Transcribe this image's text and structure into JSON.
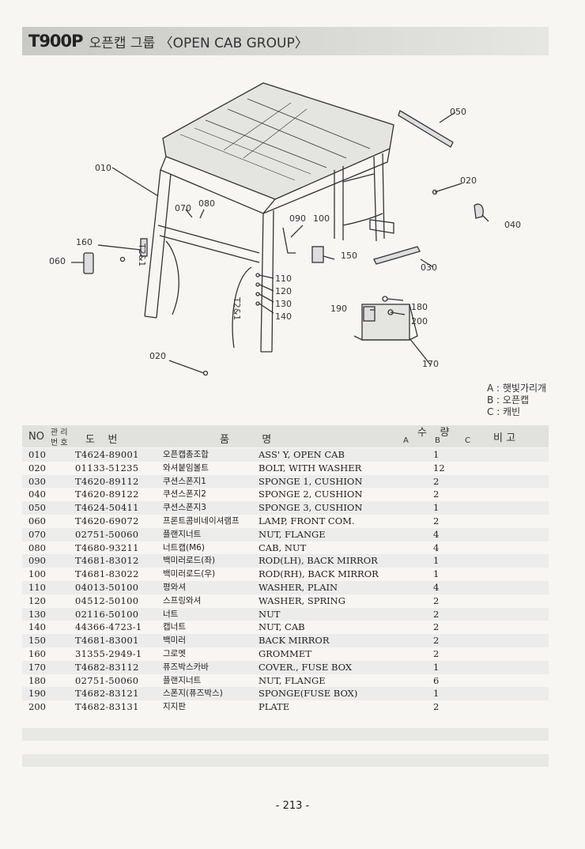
{
  "header": {
    "model": "T900P",
    "title": "오픈캡 그룹 〈OPEN CAB GROUP〉"
  },
  "diagram": {
    "callouts": [
      "010",
      "020",
      "020",
      "030",
      "040",
      "050",
      "060",
      "070",
      "080",
      "090",
      "100",
      "110",
      "120",
      "130",
      "140",
      "150",
      "160",
      "170",
      "180",
      "190",
      "200"
    ],
    "cab_marks": [
      "T2&1",
      "T2&1"
    ]
  },
  "legend": {
    "a": "A : 햇빛가리개",
    "b": "B : 오픈캡",
    "c": "C : 캐빈"
  },
  "table": {
    "headers": {
      "no": "NO",
      "mgmt_top": "관 리",
      "mgmt_bottom": "번 호",
      "drawing_no": "도    번",
      "name": "품          명",
      "qty": "수    량",
      "qty_a": "A",
      "qty_b": "B",
      "qty_c": "C",
      "remarks": "비 고"
    },
    "rows": [
      {
        "no": "010",
        "part": "T4624-89001",
        "kor": "오픈캡총조합",
        "name": "ASS' Y, OPEN CAB",
        "qty": "1"
      },
      {
        "no": "020",
        "part": "01133-51235",
        "kor": "와셔붙임볼트",
        "name": "BOLT, WITH WASHER",
        "qty": "12"
      },
      {
        "no": "030",
        "part": "T4620-89112",
        "kor": "쿠션스폰지1",
        "name": "SPONGE 1, CUSHION",
        "qty": "2"
      },
      {
        "no": "040",
        "part": "T4620-89122",
        "kor": "쿠션스폰지2",
        "name": "SPONGE 2, CUSHION",
        "qty": "2"
      },
      {
        "no": "050",
        "part": "T4624-50411",
        "kor": "쿠션스폰지3",
        "name": "SPONGE 3, CUSHION",
        "qty": "1"
      },
      {
        "no": "060",
        "part": "T4620-69072",
        "kor": "프론트콤비네이셔램프",
        "name": "LAMP, FRONT COM.",
        "qty": "2"
      },
      {
        "no": "070",
        "part": "02751-50060",
        "kor": "플랜지너트",
        "name": "NUT, FLANGE",
        "qty": "4"
      },
      {
        "no": "080",
        "part": "T4680-93211",
        "kor": "너트캡(M6)",
        "name": "CAB, NUT",
        "qty": "4"
      },
      {
        "no": "090",
        "part": "T4681-83012",
        "kor": "백미러로드(좌)",
        "name": "ROD(LH), BACK MIRROR",
        "qty": "1"
      },
      {
        "no": "100",
        "part": "T4681-83022",
        "kor": "백미러로드(우)",
        "name": "ROD(RH), BACK MIRROR",
        "qty": "1"
      },
      {
        "no": "110",
        "part": "04013-50100",
        "kor": "평와셔",
        "name": "WASHER, PLAIN",
        "qty": "4"
      },
      {
        "no": "120",
        "part": "04512-50100",
        "kor": "스프링와셔",
        "name": "WASHER, SPRING",
        "qty": "2"
      },
      {
        "no": "130",
        "part": "02116-50100",
        "kor": "너트",
        "name": "NUT",
        "qty": "2"
      },
      {
        "no": "140",
        "part": "44366-4723-1",
        "kor": "캡너트",
        "name": "NUT, CAB",
        "qty": "2"
      },
      {
        "no": "150",
        "part": "T4681-83001",
        "kor": "백미러",
        "name": "BACK MIRROR",
        "qty": "2"
      },
      {
        "no": "160",
        "part": "31355-2949-1",
        "kor": "그로멧",
        "name": "GROMMET",
        "qty": "2"
      },
      {
        "no": "170",
        "part": "T4682-83112",
        "kor": "퓨즈박스카바",
        "name": "COVER., FUSE BOX",
        "qty": "1"
      },
      {
        "no": "180",
        "part": "02751-50060",
        "kor": "플랜지너트",
        "name": "NUT, FLANGE",
        "qty": "6"
      },
      {
        "no": "190",
        "part": "T4682-83121",
        "kor": "스폰지(퓨즈박스)",
        "name": "SPONGE(FUSE BOX)",
        "qty": "1"
      },
      {
        "no": "200",
        "part": "T4682-83131",
        "kor": "지지판",
        "name": "PLATE",
        "qty": "2"
      }
    ]
  },
  "footer": {
    "page": "- 213 -"
  }
}
